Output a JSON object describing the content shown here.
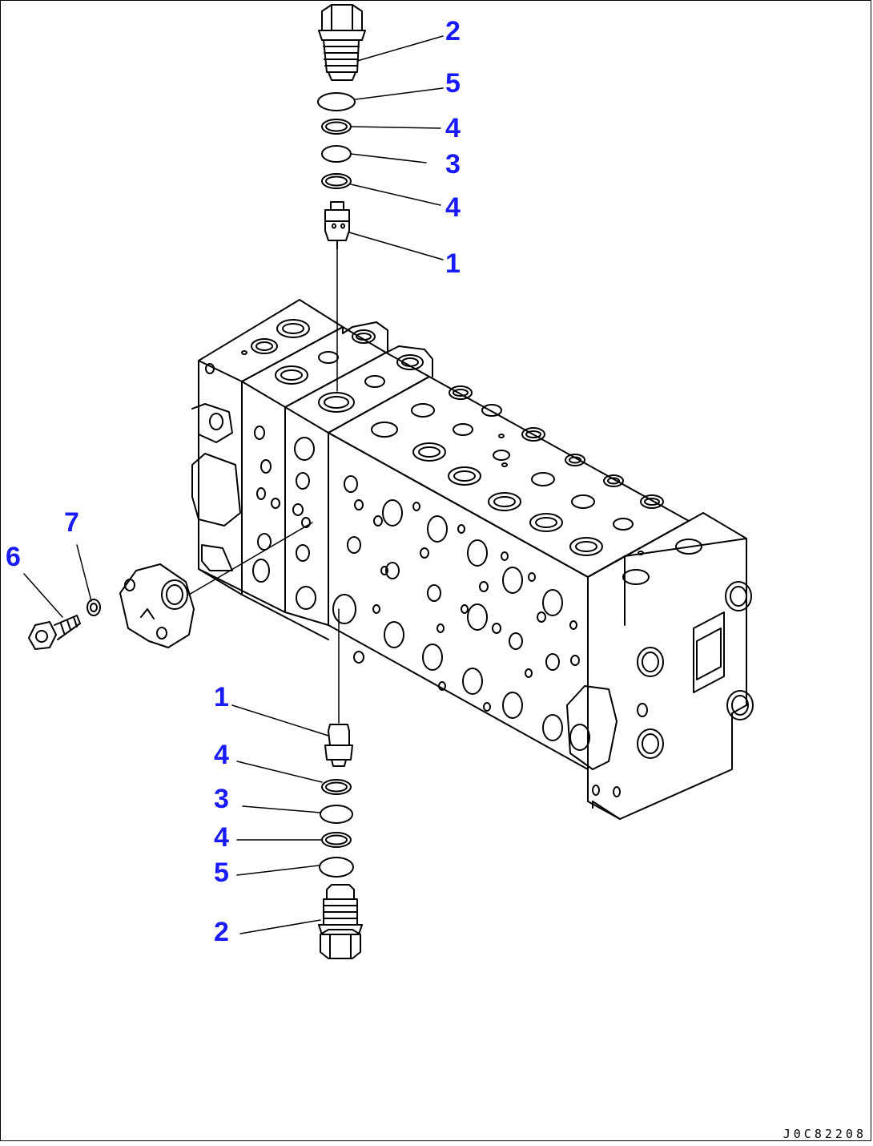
{
  "diagram": {
    "drawing_id": "J0C82208",
    "callouts": [
      {
        "id": "top-2",
        "label": "2"
      },
      {
        "id": "top-5",
        "label": "5"
      },
      {
        "id": "top-4a",
        "label": "4"
      },
      {
        "id": "top-3",
        "label": "3"
      },
      {
        "id": "top-4b",
        "label": "4"
      },
      {
        "id": "top-1",
        "label": "1"
      },
      {
        "id": "left-7",
        "label": "7"
      },
      {
        "id": "left-6",
        "label": "6"
      },
      {
        "id": "bot-1",
        "label": "1"
      },
      {
        "id": "bot-4a",
        "label": "4"
      },
      {
        "id": "bot-3",
        "label": "3"
      },
      {
        "id": "bot-4b",
        "label": "4"
      },
      {
        "id": "bot-5",
        "label": "5"
      },
      {
        "id": "bot-2",
        "label": "2"
      }
    ]
  }
}
